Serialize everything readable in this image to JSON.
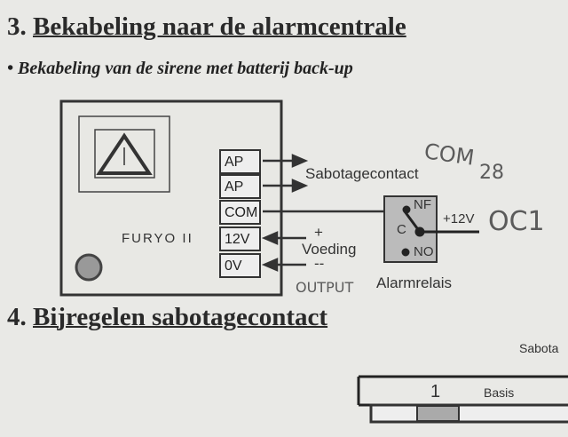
{
  "section3": {
    "number": "3.",
    "title": "Bekabeling naar de alarmcentrale"
  },
  "subtitle": "• Bekabeling van de sirene met batterij back-up",
  "diagram": {
    "device_label": "FURYO II",
    "terminals": [
      "AP",
      "AP",
      "COM",
      "12V",
      "0V"
    ],
    "tamper_label": "Sabotagecontact",
    "power_plus": "+",
    "power_label": "Voeding",
    "power_minus": "--",
    "relay": {
      "nf": "NF",
      "c": "C",
      "no": "NO",
      "label": "Alarmrelais",
      "voltage": "+12V"
    },
    "handwritten": {
      "com": "COM",
      "num": "28",
      "oc": "OC1",
      "output": "OUTPUT"
    }
  },
  "section4": {
    "number": "4.",
    "title": "Bijregelen sabotagecontact"
  },
  "bottom": {
    "sabota": "Sabota",
    "num": "1",
    "basis": "Basis"
  }
}
